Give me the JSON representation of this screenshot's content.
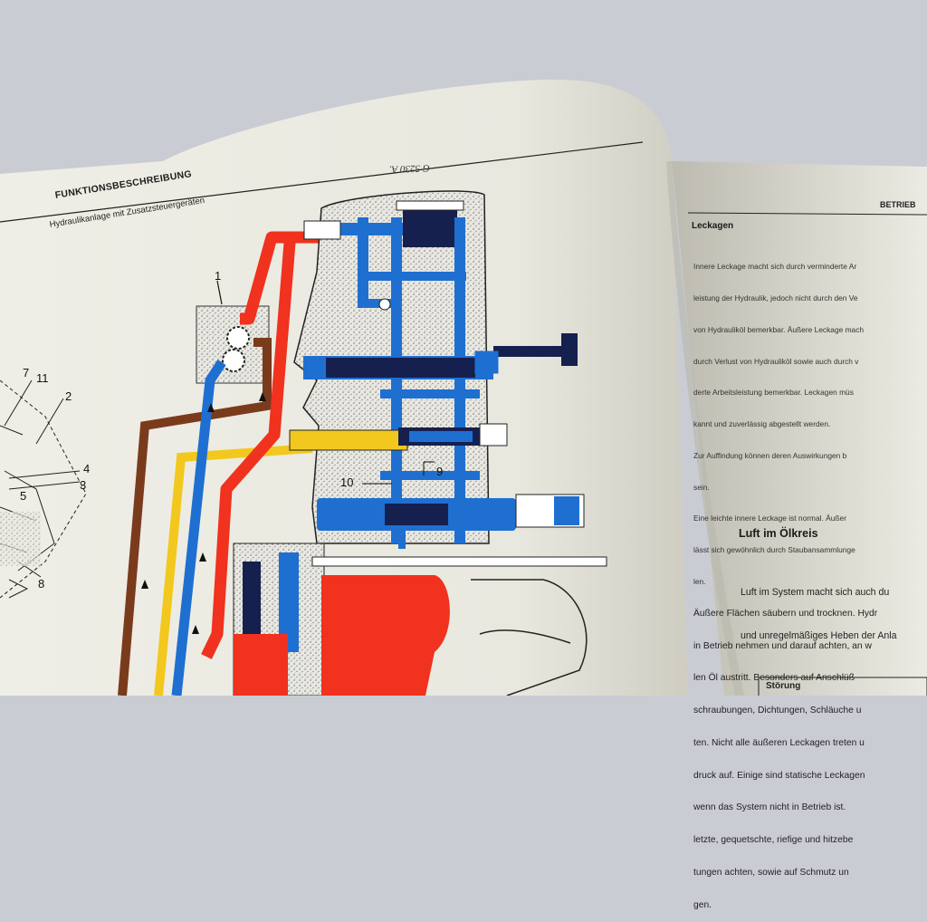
{
  "left_page": {
    "header": "FUNKTIONSBESCHREIBUNG",
    "subheader": "Hydraulikanlage mit Zusatzsteuergeräten",
    "drawing_code": "G 5230 A.",
    "callouts": [
      "1",
      "7",
      "11",
      "2",
      "4",
      "3",
      "5",
      "8",
      "10",
      "9"
    ]
  },
  "right_page": {
    "header": "BETRIEB",
    "section1_title": "Leckagen",
    "section1_lines": [
      "Innere Leckage macht sich durch verminderte Ar",
      "leistung der Hydraulik, jedoch nicht durch den Ve",
      "von Hydrauliköl bemerkbar. Äußere Leckage mach",
      "durch Verlust von Hydrauliköl sowie auch durch v",
      "derte Arbeitsleistung bemerkbar. Leckagen müs",
      "kannt und zuverlässig abgestellt werden.",
      "Zur Auffindung können deren Auswirkungen b",
      "sein.",
      "Eine leichte innere Leckage ist normal. Äußer",
      "lässt sich gewöhnlich durch Staubansammlunge",
      "len.",
      "Äußere Flächen säubern und trocknen. Hydr",
      "in Betrieb nehmen und darauf achten, an w",
      "len Öl austritt. Besonders auf Anschlüß",
      "schraubungen, Dichtungen, Schläuche u",
      "ten. Nicht alle äußeren Leckagen treten u",
      "druck auf. Einige sind statische Leckagen",
      "wenn das System nicht in Betrieb ist.",
      "letzte, gequetschte, riefige und hitzebe",
      "tungen achten, sowie auf Schmutz un",
      "gen."
    ],
    "section2_title": "Luft im Ölkreis",
    "section2_lines": [
      "Luft im System macht sich auch du",
      "und unregelmäßiges Heben der Anla"
    ],
    "table_header": "Störung"
  },
  "colors": {
    "oil_blue": "#1f6fd1",
    "pressure_red": "#f0321e",
    "return_brown": "#7a3b1d",
    "yellow": "#f2c81e",
    "dark_navy": "#15204f",
    "paper": "#f3f1e6",
    "background": "#c9ccd3"
  }
}
